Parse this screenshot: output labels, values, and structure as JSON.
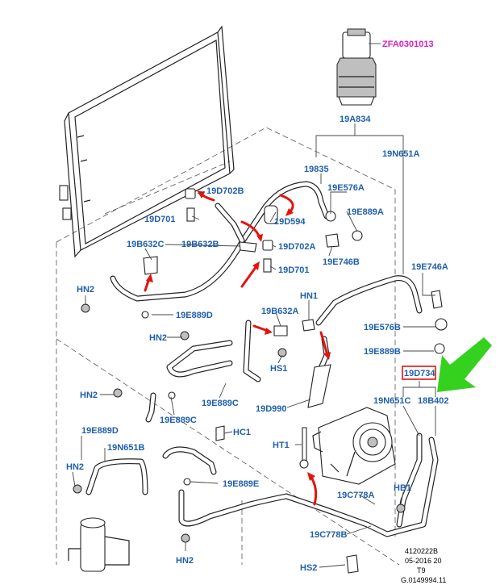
{
  "diagram": {
    "labels": {
      "zfa0301013": "ZFA0301013",
      "l19a834": "19A834",
      "l19n651a": "19N651A",
      "l19835": "19835",
      "l19e576a": "19E576A",
      "l19e889a": "19E889A",
      "l19d702b": "19D702B",
      "l19d701_top": "19D701",
      "l19d594": "19D594",
      "l19b632c": "19B632C",
      "l19b632b": "19B632B",
      "l19d702a": "19D702A",
      "l19d701_mid": "19D701",
      "l19e746b": "19E746B",
      "l19e746a": "19E746A",
      "hn2_left": "HN2",
      "l19e889d": "19E889D",
      "l19b632a": "19B632A",
      "hn1": "HN1",
      "hn2_mid": "HN2",
      "l19e576b": "19E576B",
      "l19e889b": "19E889B",
      "hs1": "HS1",
      "l19d734": "19D734",
      "hn2_lower": "HN2",
      "l19e889c_a": "19E889C",
      "l19d990": "19D990",
      "l19n651c": "19N651C",
      "l18b402": "18B402",
      "l19e889c_b": "19E889C",
      "l19e889d_b": "19E889D",
      "hc1": "HC1",
      "l19n651b": "19N651B",
      "ht1": "HT1",
      "hn2_bottomleft": "HN2",
      "l19e889e": "19E889E",
      "hb1": "HB1",
      "l19c778a": "19C778A",
      "l19c778b": "19C778B",
      "hn2_bottom": "HN2",
      "hs2": "HS2"
    },
    "footer": [
      "4120222B",
      "05-2016 20",
      "T9",
      "G.0149994.11"
    ],
    "colors": {
      "label_blue": "#1f5fae",
      "label_magenta": "#d81ec4",
      "highlight_red": "#e3130f",
      "pointer_green": "#35d11f"
    }
  }
}
